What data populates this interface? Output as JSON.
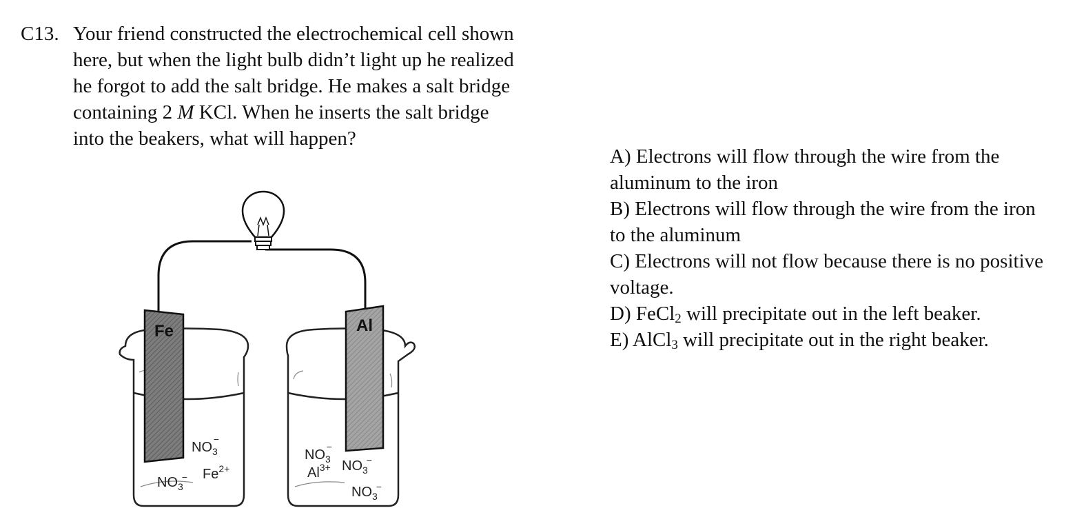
{
  "question": {
    "number": "C13.",
    "text_part1": "Your friend constructed the electrochemical cell shown here, but when the light bulb didn’t light up he realized he forgot to add the salt bridge. He makes a salt bridge containing 2 ",
    "text_italic": "M",
    "text_part2": " KCl. When he inserts the salt bridge into the beakers, what will happen?"
  },
  "figure": {
    "left_electrode_label": "Fe",
    "right_electrode_label": "Al",
    "left_ions": {
      "nitrate_top": "NO",
      "nitrate_bottom": "NO",
      "subscript": "3",
      "charge": "−",
      "metal_ion": "Fe",
      "metal_charge": "2+"
    },
    "right_ions": {
      "nitrate_1": "NO",
      "nitrate_2": "NO",
      "nitrate_3": "NO",
      "subscript": "3",
      "charge": "−",
      "metal_ion": "Al",
      "metal_charge": "3+"
    }
  },
  "choices": [
    {
      "text": "A) Electrons will flow through the wire from the aluminum to the iron"
    },
    {
      "text": "B) Electrons will flow through the wire from the iron to the aluminum"
    },
    {
      "text": "C) Electrons will not flow because there is no positive voltage."
    },
    {
      "pre": "D) FeCl",
      "sub": "2",
      "post": " will precipitate out in the left beaker."
    },
    {
      "pre": "E) AlCl",
      "sub": "3",
      "post": " will precipitate out in the right beaker."
    }
  ]
}
